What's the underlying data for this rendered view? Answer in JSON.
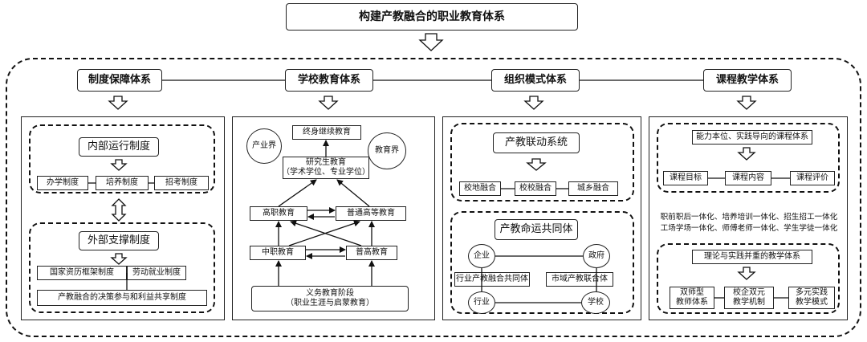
{
  "title": "构建产教融合的职业教育体系",
  "columns": [
    {
      "header": "制度保障体系"
    },
    {
      "header": "学校教育体系"
    },
    {
      "header": "组织模式体系"
    },
    {
      "header": "课程教学体系"
    }
  ],
  "col1": {
    "internal": {
      "title": "内部运行制度",
      "items": [
        "办学制度",
        "培养制度",
        "招考制度"
      ]
    },
    "external": {
      "title": "外部支撑制度",
      "items": [
        "国家资历框架制度",
        "劳动就业制度"
      ],
      "bottom": "产教融合的决策参与和利益共享制度"
    }
  },
  "col2": {
    "industry": "产业界",
    "education": "教育界",
    "lifelong": "终身继续教育",
    "graduate_line1": "研究生教育",
    "graduate_line2": "（学术学位、专业学位）",
    "higher_vocational": "高职教育",
    "general_higher": "普通高等教育",
    "secondary_vocational": "中职教育",
    "general_high": "普高教育",
    "compulsory_line1": "义务教育阶段",
    "compulsory_line2": "（职业生涯与启蒙教育）"
  },
  "col3": {
    "linkage": {
      "title": "产教联动系统",
      "items": [
        "校地融合",
        "校校融合",
        "城乡融合"
      ]
    },
    "community": {
      "title": "产教命运共同体",
      "enterprise": "企业",
      "government": "政府",
      "industry_community": "行业产教融合共同体",
      "city_consortium": "市域产教联合体",
      "industry": "行业",
      "school": "学校"
    }
  },
  "col4": {
    "competency": {
      "title": "能力本位、实践导向的课程体系",
      "items": [
        "课程目标",
        "课程内容",
        "课程评价"
      ]
    },
    "integration_line1": "职前职后一体化、培养培训一体化、招生招工一体化",
    "integration_line2": "工场学场一体化、师傅老师一体化、学生学徒一体化",
    "teaching": {
      "title": "理论与实践并重的教学体系",
      "items_line1": [
        "双师型",
        "校企双元",
        "多元实践"
      ],
      "items_line2": [
        "教师体系",
        "教学机制",
        "教学模式"
      ]
    }
  }
}
